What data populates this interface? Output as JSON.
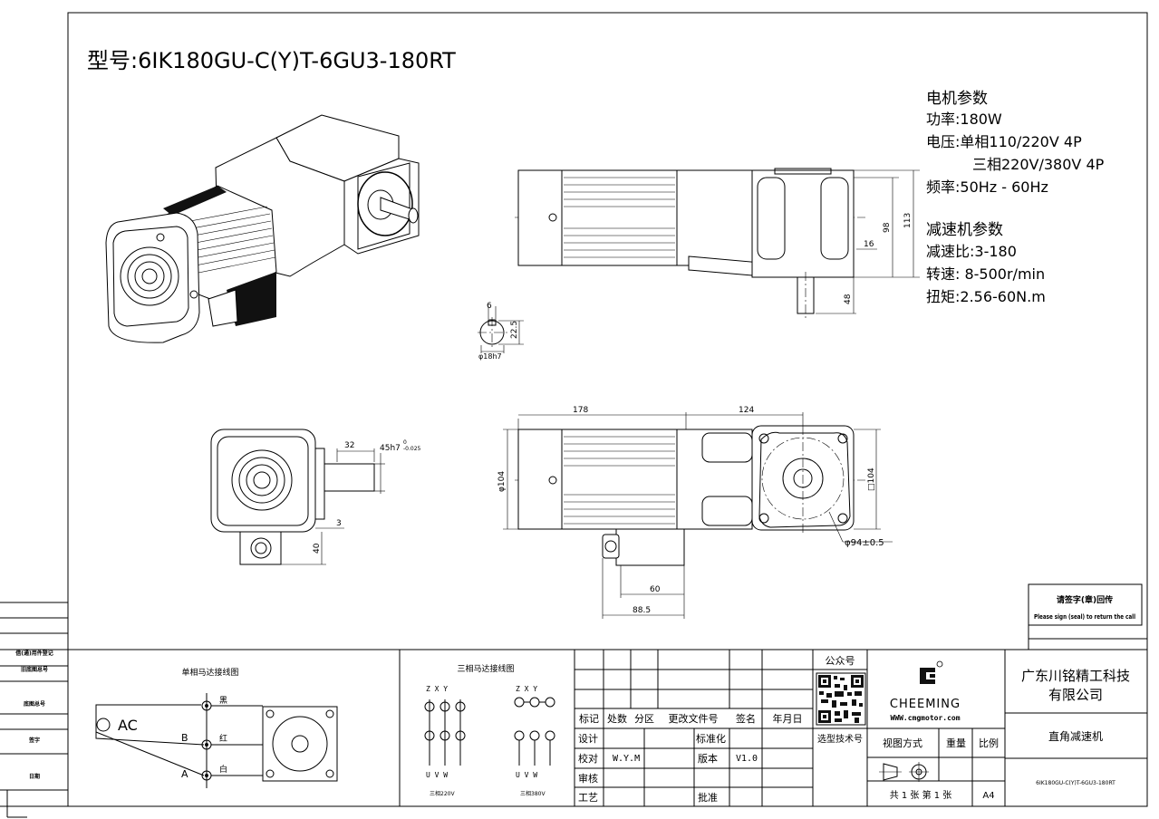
{
  "title": {
    "prefix": "型号:",
    "model": "6IK180GU-C(Y)T-6GU3-180RT"
  },
  "motor_params": {
    "heading": "电机参数",
    "power": "功率:180W",
    "voltage": "电压:单相110/220V 4P",
    "voltage2": "三相220V/380V 4P",
    "freq": "频率:50Hz - 60Hz"
  },
  "reducer_params": {
    "heading": "减速机参数",
    "ratio": "减速比:3-180",
    "speed": "转速: 8-500r/min",
    "torque": "扭矩:2.56-60N.m"
  },
  "dims": {
    "d113": "113",
    "d98": "98",
    "d16": "16",
    "d48": "48",
    "d6": "6",
    "d225": "22.5",
    "d18": "φ18h7",
    "d178": "178",
    "d124": "124",
    "d104": "φ104",
    "dsq104": "□104",
    "d94": "φ94±0.5",
    "d60": "60",
    "d885": "88.5",
    "d32": "32",
    "d45": "45h7",
    "d45tol": "-0.025",
    "d45tol0": "0",
    "d3": "3",
    "d40": "40"
  },
  "seal_note": {
    "cn": "请签字(章)回传",
    "en": "Please sign (seal) to return the call"
  },
  "left_labels": [
    "借(通)用件登记",
    "旧底图总号",
    "底图总号",
    "签字",
    "日期"
  ],
  "wiring_single": {
    "title": "单相马达接线图",
    "ac": "AC",
    "black": "黑",
    "red": "红",
    "white": "白",
    "b": "B",
    "a": "A"
  },
  "wiring_three": {
    "title": "三相马达接线图",
    "top1": "Z  X  Y",
    "top2": "Z  X  Y",
    "bot1": "U  V  W",
    "bot2": "U  V  W",
    "cap1": "三相220V",
    "cap2": "三相380V"
  },
  "table": {
    "headers": [
      "标记",
      "处数",
      "分区",
      "更改文件号",
      "签名",
      "年月日"
    ],
    "design": "设计",
    "std": "标准化",
    "check": "校对",
    "checker": "W.Y.M",
    "version_label": "版本",
    "version": "V1.0",
    "review": "审核",
    "craft": "工艺",
    "approve": "批准"
  },
  "public": {
    "label": "公众号",
    "select": "选型技术号"
  },
  "brand": {
    "name": "CHEEMING",
    "url": "WWW.cmgmotor.com"
  },
  "title_block": {
    "company": "广东川铭精工科技\n有限公司",
    "company1": "广东川铭精工科技",
    "company2": "有限公司",
    "product": "直角减速机",
    "view": "视图方式",
    "weight": "重量",
    "scale": "比例",
    "model_small": "6IK180GU-C(Y)T-6GU3-180RT",
    "sheets": "共 1 张 第 1 张",
    "paper": "A4"
  }
}
